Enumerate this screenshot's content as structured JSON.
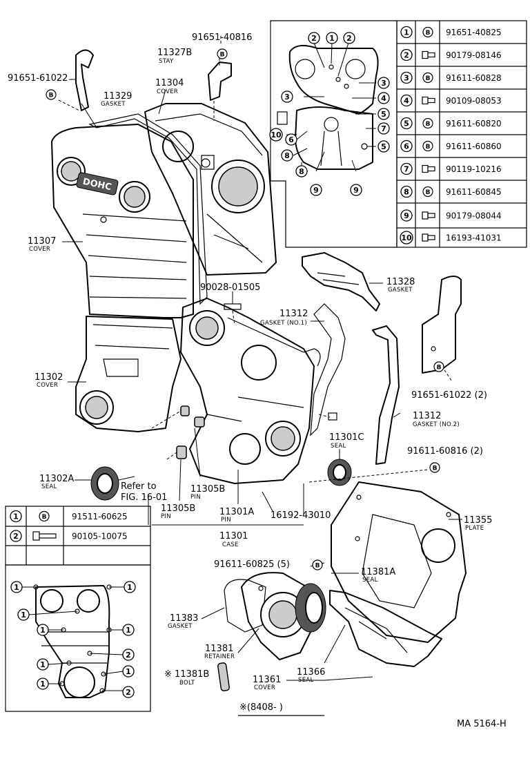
{
  "callouts": {
    "p_91651_61022": "91651-61022",
    "p_91651_40816": "91651-40816",
    "p_11327b": "11327B",
    "p_11327b_sub": "STAY",
    "p_11304": "11304",
    "p_11304_sub": "COVER",
    "p_11329": "11329",
    "p_11329_sub": "GASKET",
    "p_11307": "11307",
    "p_11307_sub": "COVER",
    "p_90028": "90028-01505",
    "p_11312a": "11312",
    "p_11312a_sub": "GASKET (NO.1)",
    "p_11328": "11328",
    "p_11328_sub": "GASKET",
    "p_11302": "11302",
    "p_11302_sub": "COVER",
    "p_91651_61022_2": "91651-61022 (2)",
    "p_11312b": "11312",
    "p_11312b_sub": "GASKET (NO.2)",
    "p_11301c": "11301C",
    "p_11301c_sub": "SEAL",
    "p_91611_60816": "91611-60816 (2)",
    "p_11302a": "11302A",
    "p_11302a_sub": "SEAL",
    "refer_line1": "Refer to",
    "refer_line2": "FIG. 16-01",
    "p_11305b_1": "11305B",
    "p_11305b_1_sub": "PIN",
    "p_11305b_2": "11305B",
    "p_11305b_2_sub": "PIN",
    "p_11301a": "11301A",
    "p_11301a_sub": "PIN",
    "p_16192": "16192-43010",
    "p_11301": "11301",
    "p_11301_sub": "CASE",
    "p_11355": "11355",
    "p_11355_sub": "PLATE",
    "p_91611_60825": "91611-60825 (5)",
    "p_11381a": "11381A",
    "p_11381a_sub": "SEAL",
    "p_11383": "11383",
    "p_11383_sub": "GASKET",
    "p_11381": "11381",
    "p_11381_sub": "RETAINER",
    "p_11381b": "※ 11381B",
    "p_11381b_sub": "BOLT",
    "p_11361": "11361",
    "p_11361_sub": "COVER",
    "p_11366": "11366",
    "p_11366_sub": "SEAL",
    "date_note": "※(8408-        )",
    "fig_code": "MA  5164-H",
    "logo": "DOHC"
  },
  "top_table": [
    {
      "no": "1",
      "icon": "B",
      "part": "91651-40825"
    },
    {
      "no": "2",
      "icon": "",
      "part": "90179-08146"
    },
    {
      "no": "3",
      "icon": "B",
      "part": "91611-60828"
    },
    {
      "no": "4",
      "icon": "",
      "part": "90109-08053"
    },
    {
      "no": "5",
      "icon": "B",
      "part": "91611-60820"
    },
    {
      "no": "6",
      "icon": "B",
      "part": "91611-60860"
    },
    {
      "no": "7",
      "icon": "",
      "part": "90119-10216"
    },
    {
      "no": "8",
      "icon": "B",
      "part": "91611-60845"
    },
    {
      "no": "9",
      "icon": "",
      "part": "90179-08044"
    },
    {
      "no": "10",
      "icon": "",
      "part": "16193-41031"
    }
  ],
  "bottom_table": [
    {
      "no": "1",
      "icon": "B",
      "part": "91511-60625"
    },
    {
      "no": "2",
      "icon": "",
      "part": "90105-10075"
    }
  ],
  "inset_top_labels": [
    "2",
    "1",
    "2",
    "3",
    "3",
    "4",
    "5",
    "10",
    "7",
    "6",
    "8",
    "5",
    "8",
    "9",
    "9"
  ],
  "inset_bottom_labels": [
    "1",
    "1",
    "1",
    "1",
    "1",
    "2",
    "1",
    "1",
    "1",
    "2"
  ]
}
